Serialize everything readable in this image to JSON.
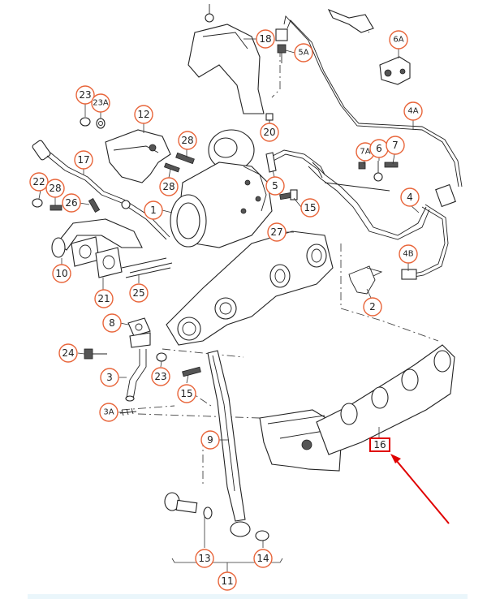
{
  "callouts": [
    {
      "id": "c18",
      "label": "18"
    },
    {
      "id": "c5a",
      "label": "5A"
    },
    {
      "id": "c6a",
      "label": "6A"
    },
    {
      "id": "c4a",
      "label": "4A"
    },
    {
      "id": "c23-top",
      "label": "23"
    },
    {
      "id": "c23a",
      "label": "23A"
    },
    {
      "id": "c12",
      "label": "12"
    },
    {
      "id": "c20",
      "label": "20"
    },
    {
      "id": "c7a",
      "label": "7A"
    },
    {
      "id": "c6",
      "label": "6"
    },
    {
      "id": "c7",
      "label": "7"
    },
    {
      "id": "c17",
      "label": "17"
    },
    {
      "id": "c28-top",
      "label": "28"
    },
    {
      "id": "c28-mid",
      "label": "28"
    },
    {
      "id": "c5",
      "label": "5"
    },
    {
      "id": "c22",
      "label": "22"
    },
    {
      "id": "c28-left",
      "label": "28"
    },
    {
      "id": "c26",
      "label": "26"
    },
    {
      "id": "c15-top",
      "label": "15"
    },
    {
      "id": "c4",
      "label": "4"
    },
    {
      "id": "c1",
      "label": "1"
    },
    {
      "id": "c27",
      "label": "27"
    },
    {
      "id": "c4b",
      "label": "4B"
    },
    {
      "id": "c10",
      "label": "10"
    },
    {
      "id": "c25",
      "label": "25"
    },
    {
      "id": "c21",
      "label": "21"
    },
    {
      "id": "c2",
      "label": "2"
    },
    {
      "id": "c8",
      "label": "8"
    },
    {
      "id": "c24",
      "label": "24"
    },
    {
      "id": "c23-bot",
      "label": "23"
    },
    {
      "id": "c3",
      "label": "3"
    },
    {
      "id": "c15-bot",
      "label": "15"
    },
    {
      "id": "c3a",
      "label": "3A"
    },
    {
      "id": "c9",
      "label": "9"
    },
    {
      "id": "c13",
      "label": "13"
    },
    {
      "id": "c14",
      "label": "14"
    },
    {
      "id": "c11",
      "label": "11"
    }
  ],
  "highlight": {
    "label": "16"
  },
  "colors": {
    "callout_stroke": "#e8653a",
    "highlight": "#e00000",
    "line": "#222222"
  }
}
